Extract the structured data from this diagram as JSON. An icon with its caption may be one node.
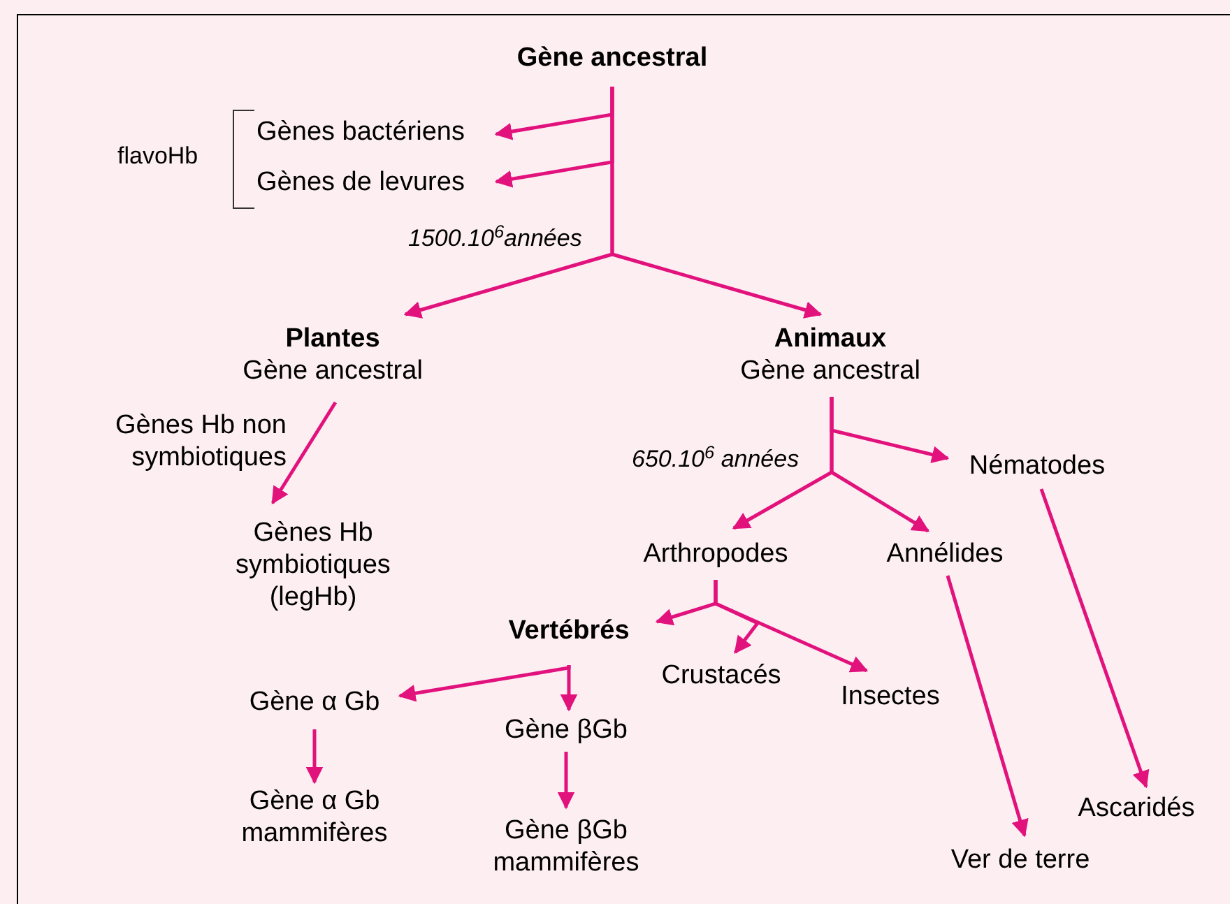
{
  "diagram": {
    "nodes": [
      {
        "text": [
          "Gène ancestral"
        ]
      },
      {
        "text": [
          "Gènes bactériens"
        ]
      },
      {
        "text": [
          "Gènes de levures"
        ]
      },
      {
        "text": [
          "Plantes",
          "Gène ancestral"
        ]
      },
      {
        "text": [
          "Animaux",
          "Gène ancestral"
        ]
      },
      {
        "text": [
          "Gènes Hb symbiotiques (legHb)"
        ]
      },
      {
        "text": [
          "Nématodes"
        ]
      },
      {
        "text": [
          "Arthropodes"
        ]
      },
      {
        "text": [
          "Annélides"
        ]
      },
      {
        "text": [
          "Vertébrés"
        ]
      },
      {
        "text": [
          "Crustacés"
        ]
      },
      {
        "text": [
          "Insectes"
        ]
      },
      {
        "text": [
          "Gène α Gb"
        ]
      },
      {
        "text": [
          "Gène βGb"
        ]
      },
      {
        "text": [
          "Gène α Gb mammifères"
        ]
      },
      {
        "text": [
          "Gène βGb mammifères"
        ]
      },
      {
        "text": [
          "Ascaridés"
        ]
      },
      {
        "text": [
          "Ver de terre"
        ]
      }
    ],
    "edges": [
      {
        "from": 0,
        "to": 1,
        "arrow": "to"
      },
      {
        "from": 0,
        "to": 2,
        "arrow": "to"
      },
      {
        "from": 0,
        "to": 3,
        "arrow": "to"
      },
      {
        "from": 0,
        "to": 4,
        "arrow": "to"
      },
      {
        "from": 3,
        "to": 5,
        "arrow": "to",
        "label": "Gènes Hb non symbiotiques"
      },
      {
        "from": 4,
        "to": 6,
        "arrow": "to"
      },
      {
        "from": 4,
        "to": 7,
        "arrow": "to"
      },
      {
        "from": 4,
        "to": 8,
        "arrow": "to"
      },
      {
        "from": 7,
        "to": 9,
        "arrow": "to"
      },
      {
        "from": 7,
        "to": 10,
        "arrow": "to"
      },
      {
        "from": 7,
        "to": 11,
        "arrow": "to"
      },
      {
        "from": 9,
        "to": 12,
        "arrow": "to"
      },
      {
        "from": 9,
        "to": 13,
        "arrow": "to"
      },
      {
        "from": 12,
        "to": 14,
        "arrow": "to"
      },
      {
        "from": 13,
        "to": 15,
        "arrow": "to"
      },
      {
        "from": 6,
        "to": 16,
        "arrow": "to"
      },
      {
        "from": 8,
        "to": 17,
        "arrow": "to"
      }
    ],
    "labels": [
      "flavoHb",
      "1500.10$^{6}$années",
      "650.10$^{6}$ années"
    ]
  }
}
